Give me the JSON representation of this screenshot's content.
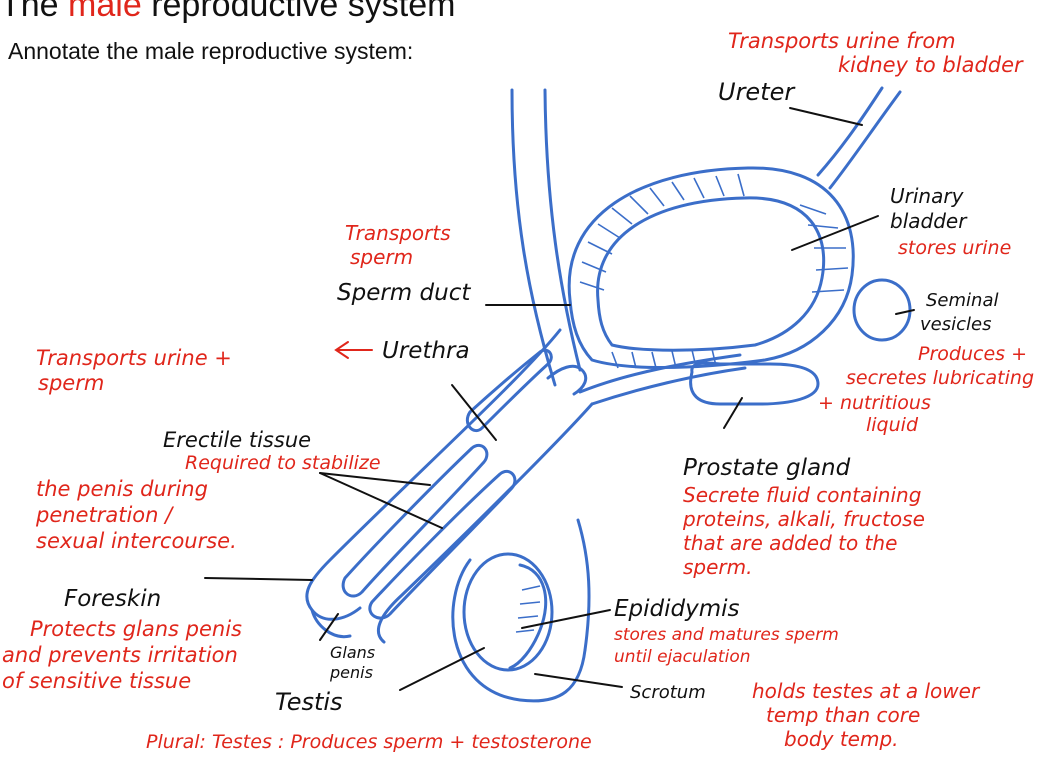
{
  "title": {
    "prefix": "The ",
    "highlight": "male",
    "suffix": " reproductive system"
  },
  "subtitle": "Annotate the male reproductive system:",
  "colors": {
    "organ": "#3b6ec9",
    "annotation": "#e0261b",
    "text": "#111111"
  },
  "labels": {
    "ureter": "Ureter",
    "urinary_bladder_1": "Urinary",
    "urinary_bladder_2": "bladder",
    "seminal_1": "Seminal",
    "seminal_2": "vesicles",
    "sperm_duct": "Sperm duct",
    "urethra": "Urethra",
    "erectile_tissue": "Erectile tissue",
    "prostate_gland": "Prostate gland",
    "foreskin": "Foreskin",
    "glans_1": "Glans",
    "glans_2": "penis",
    "epididymis": "Epididymis",
    "testis": "Testis",
    "scrotum": "Scrotum"
  },
  "notes": {
    "ureter_1": "Transports urine from",
    "ureter_2": "kidney to bladder",
    "bladder": "stores urine",
    "seminal_1": "Produces +",
    "seminal_2": "secretes lubricating",
    "seminal_3": "+ nutritious",
    "seminal_4": "liquid",
    "sperm_duct_1": "Transports",
    "sperm_duct_2": "sperm",
    "urethra_1": "Transports urine +",
    "urethra_2": "sperm",
    "erectile_1": "Required to stabilize",
    "erectile_2": "the penis during",
    "erectile_3": "penetration /",
    "erectile_4": "sexual intercourse.",
    "prostate_1": "Secrete fluid containing",
    "prostate_2": "proteins, alkali, fructose",
    "prostate_3": "that are added to the",
    "prostate_4": "sperm.",
    "foreskin_1": "Protects glans penis",
    "foreskin_2": "and prevents irritation",
    "foreskin_3": "of sensitive tissue",
    "epididymis_1": "stores and matures sperm",
    "epididymis_2": "until ejaculation",
    "testis": "Plural: Testes : Produces sperm + testosterone",
    "scrotum_1": "holds testes at a lower",
    "scrotum_2": "temp than core",
    "scrotum_3": "body temp."
  }
}
